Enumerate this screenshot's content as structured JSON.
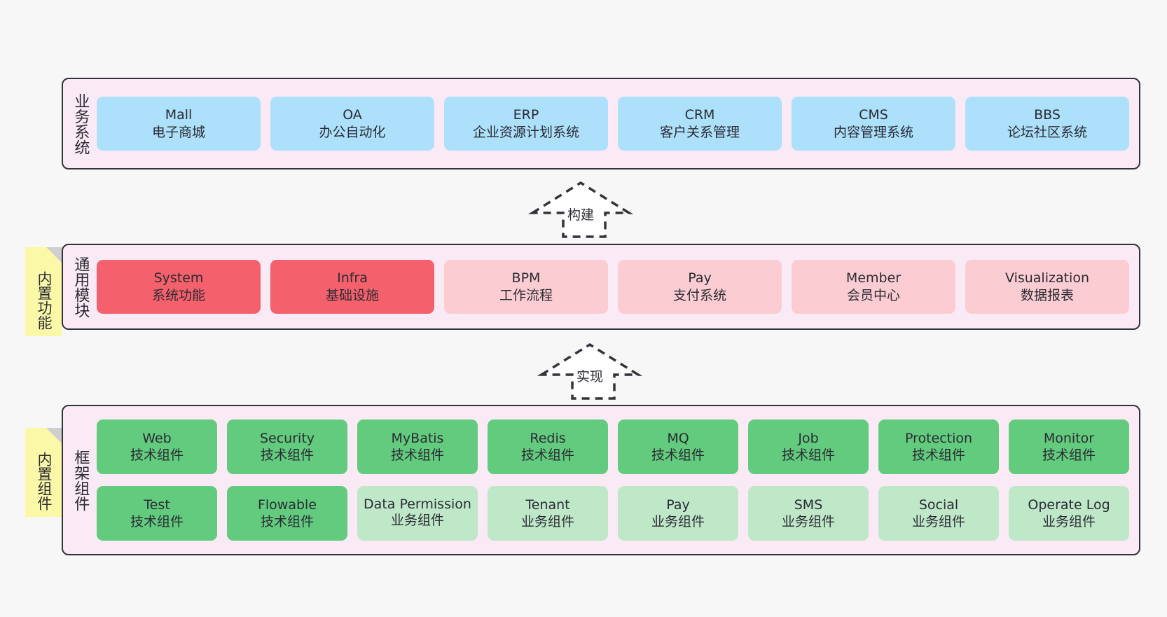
{
  "diagram": {
    "background_color": "#f7f7f7",
    "panel_fill": "#faeaf5",
    "panel_border": "#33333a",
    "note_fill": "#fbf8a8",
    "note_fold": "#cfcfcf"
  },
  "layers": [
    {
      "id": "business-systems",
      "title": "业务系统",
      "note": null,
      "rows": [
        {
          "cards": [
            {
              "name": "Mall",
              "sub": "电子商城",
              "color": "#ace0fb",
              "style": "c-blue"
            },
            {
              "name": "OA",
              "sub": "办公自动化",
              "color": "#ace0fb",
              "style": "c-blue"
            },
            {
              "name": "ERP",
              "sub": "企业资源计划系统",
              "color": "#ace0fb",
              "style": "c-blue"
            },
            {
              "name": "CRM",
              "sub": "客户关系管理",
              "color": "#ace0fb",
              "style": "c-blue"
            },
            {
              "name": "CMS",
              "sub": "内容管理系统",
              "color": "#ace0fb",
              "style": "c-blue"
            },
            {
              "name": "BBS",
              "sub": "论坛社区系统",
              "color": "#ace0fb",
              "style": "c-blue"
            }
          ]
        }
      ]
    },
    {
      "id": "common-modules",
      "title": "通用模块",
      "note": "内置功能",
      "rows": [
        {
          "cards": [
            {
              "name": "System",
              "sub": "系统功能",
              "color": "#f4606c",
              "style": "c-red"
            },
            {
              "name": "Infra",
              "sub": "基础设施",
              "color": "#f4606c",
              "style": "c-red"
            },
            {
              "name": "BPM",
              "sub": "工作流程",
              "color": "#fbcdd3",
              "style": "c-pink"
            },
            {
              "name": "Pay",
              "sub": "支付系统",
              "color": "#fbcdd3",
              "style": "c-pink"
            },
            {
              "name": "Member",
              "sub": "会员中心",
              "color": "#fbcdd3",
              "style": "c-pink"
            },
            {
              "name": "Visualization",
              "sub": "数据报表",
              "color": "#fbcdd3",
              "style": "c-pink"
            }
          ]
        }
      ]
    },
    {
      "id": "framework-components",
      "title": "框架组件",
      "note": "内置组件",
      "rows": [
        {
          "cards": [
            {
              "name": "Web",
              "sub": "技术组件",
              "color": "#62cb7e",
              "style": "c-green"
            },
            {
              "name": "Security",
              "sub": "技术组件",
              "color": "#62cb7e",
              "style": "c-green"
            },
            {
              "name": "MyBatis",
              "sub": "技术组件",
              "color": "#62cb7e",
              "style": "c-green"
            },
            {
              "name": "Redis",
              "sub": "技术组件",
              "color": "#62cb7e",
              "style": "c-green"
            },
            {
              "name": "MQ",
              "sub": "技术组件",
              "color": "#62cb7e",
              "style": "c-green"
            },
            {
              "name": "Job",
              "sub": "技术组件",
              "color": "#62cb7e",
              "style": "c-green"
            },
            {
              "name": "Protection",
              "sub": "技术组件",
              "color": "#62cb7e",
              "style": "c-green"
            },
            {
              "name": "Monitor",
              "sub": "技术组件",
              "color": "#62cb7e",
              "style": "c-green"
            }
          ]
        },
        {
          "cards": [
            {
              "name": "Test",
              "sub": "技术组件",
              "color": "#62cb7e",
              "style": "c-green"
            },
            {
              "name": "Flowable",
              "sub": "技术组件",
              "color": "#62cb7e",
              "style": "c-green"
            },
            {
              "name": "Data Permission",
              "sub": "业务组件",
              "color": "#bfe8c9",
              "style": "c-green-light"
            },
            {
              "name": "Tenant",
              "sub": "业务组件",
              "color": "#bfe8c9",
              "style": "c-green-light"
            },
            {
              "name": "Pay",
              "sub": "业务组件",
              "color": "#bfe8c9",
              "style": "c-green-light"
            },
            {
              "name": "SMS",
              "sub": "业务组件",
              "color": "#bfe8c9",
              "style": "c-green-light"
            },
            {
              "name": "Social",
              "sub": "业务组件",
              "color": "#bfe8c9",
              "style": "c-green-light"
            },
            {
              "name": "Operate Log",
              "sub": "业务组件",
              "color": "#bfe8c9",
              "style": "c-green-light"
            }
          ]
        }
      ]
    }
  ],
  "connectors": [
    {
      "id": "build",
      "label": "构建",
      "from": "common-modules",
      "to": "business-systems"
    },
    {
      "id": "implement",
      "label": "实现",
      "from": "framework-components",
      "to": "common-modules"
    }
  ]
}
